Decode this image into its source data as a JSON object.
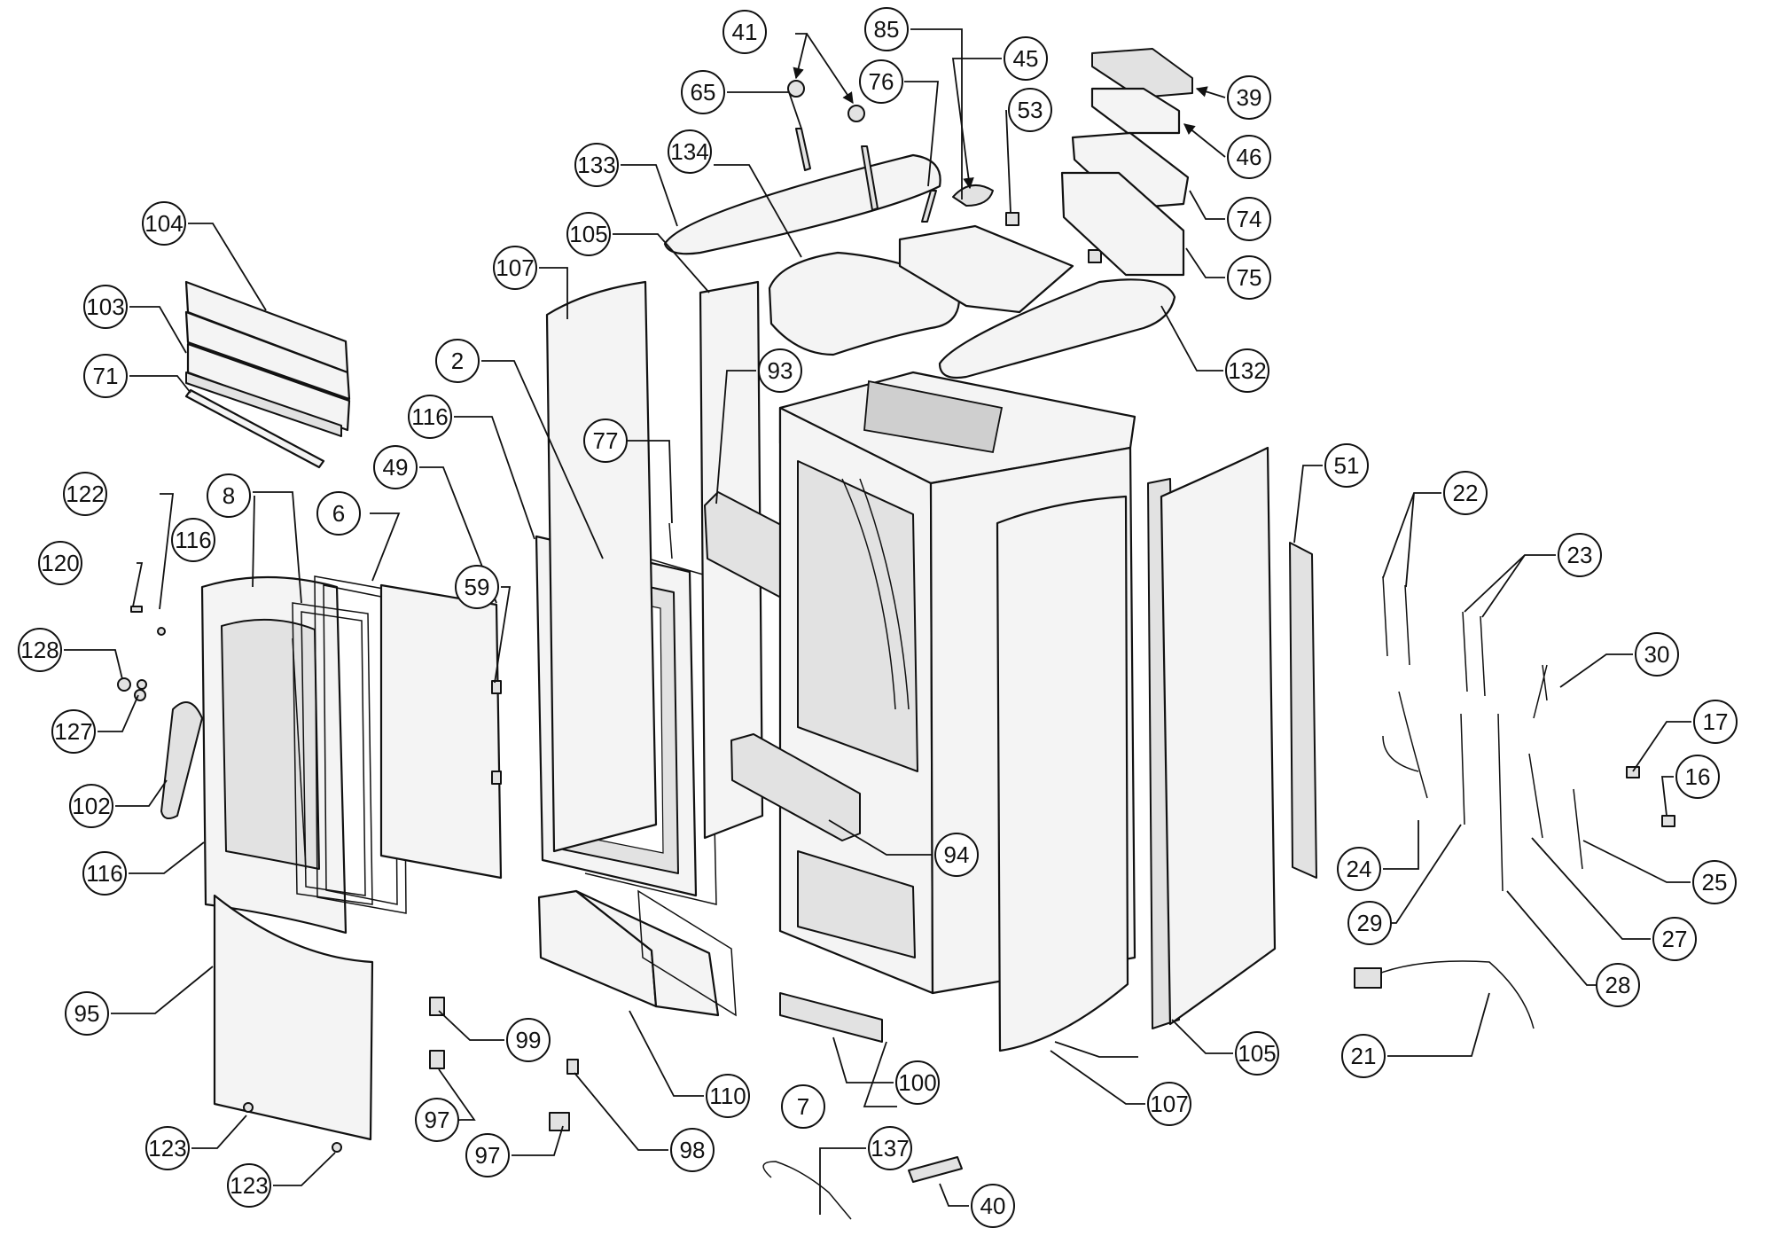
{
  "diagram": {
    "labels": [
      "2",
      "6",
      "7",
      "8",
      "16",
      "17",
      "21",
      "22",
      "23",
      "24",
      "25",
      "27",
      "28",
      "29",
      "30",
      "39",
      "40",
      "41",
      "45",
      "46",
      "49",
      "51",
      "53",
      "59",
      "65",
      "71",
      "74",
      "75",
      "76",
      "77",
      "85",
      "93",
      "94",
      "95",
      "97",
      "98",
      "99",
      "100",
      "102",
      "103",
      "104",
      "105",
      "107",
      "110",
      "116",
      "120",
      "122",
      "123",
      "127",
      "128",
      "132",
      "133",
      "134",
      "137"
    ]
  }
}
